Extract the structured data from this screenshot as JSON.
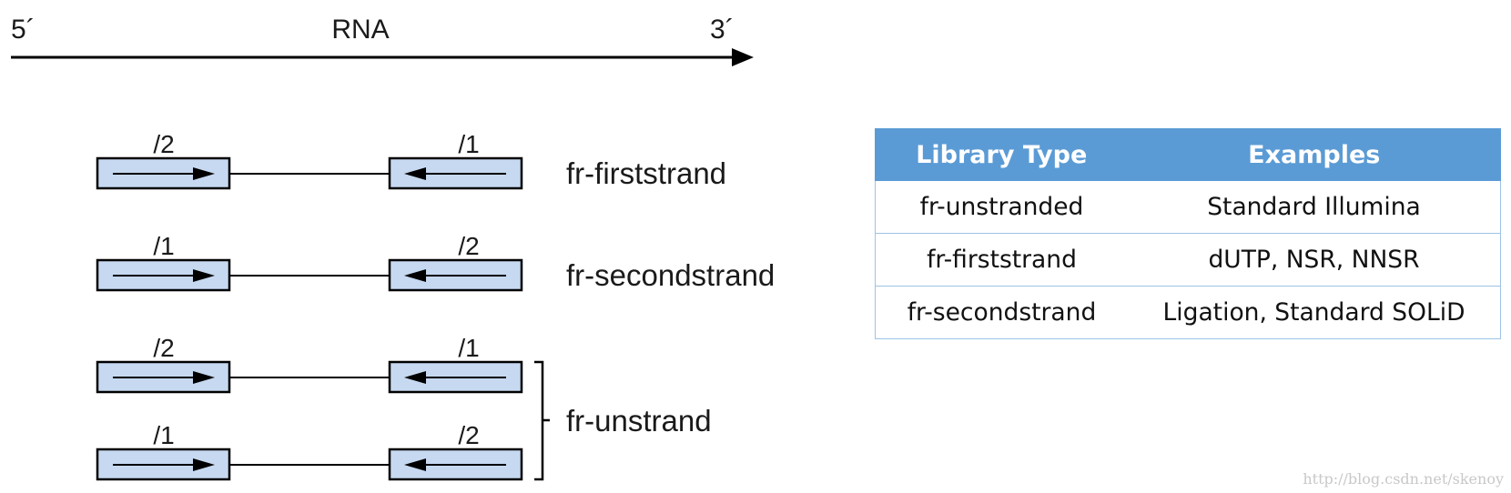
{
  "axis": {
    "left_label": "5´",
    "center_label": "RNA",
    "right_label": "3´"
  },
  "rows": [
    {
      "left_read": "/2",
      "right_read": "/1",
      "library_label": "fr-firststrand"
    },
    {
      "left_read": "/1",
      "right_read": "/2",
      "library_label": "fr-secondstrand"
    },
    {
      "left_read": "/2",
      "right_read": "/1",
      "library_label": ""
    },
    {
      "left_read": "/1",
      "right_read": "/2",
      "library_label": ""
    }
  ],
  "bracket_label": "fr-unstrand",
  "colors": {
    "read_box_fill": "#c6d9f1",
    "table_header": "#5b9bd5",
    "table_border": "#9dc3e6"
  },
  "table": {
    "headers": [
      "Library Type",
      "Examples"
    ],
    "rows": [
      [
        "fr-unstranded",
        "Standard Illumina"
      ],
      [
        "fr-firststrand",
        "dUTP, NSR, NNSR"
      ],
      [
        "fr-secondstrand",
        "Ligation, Standard SOLiD"
      ]
    ]
  },
  "watermark": "http://blog.csdn.net/skenoy"
}
